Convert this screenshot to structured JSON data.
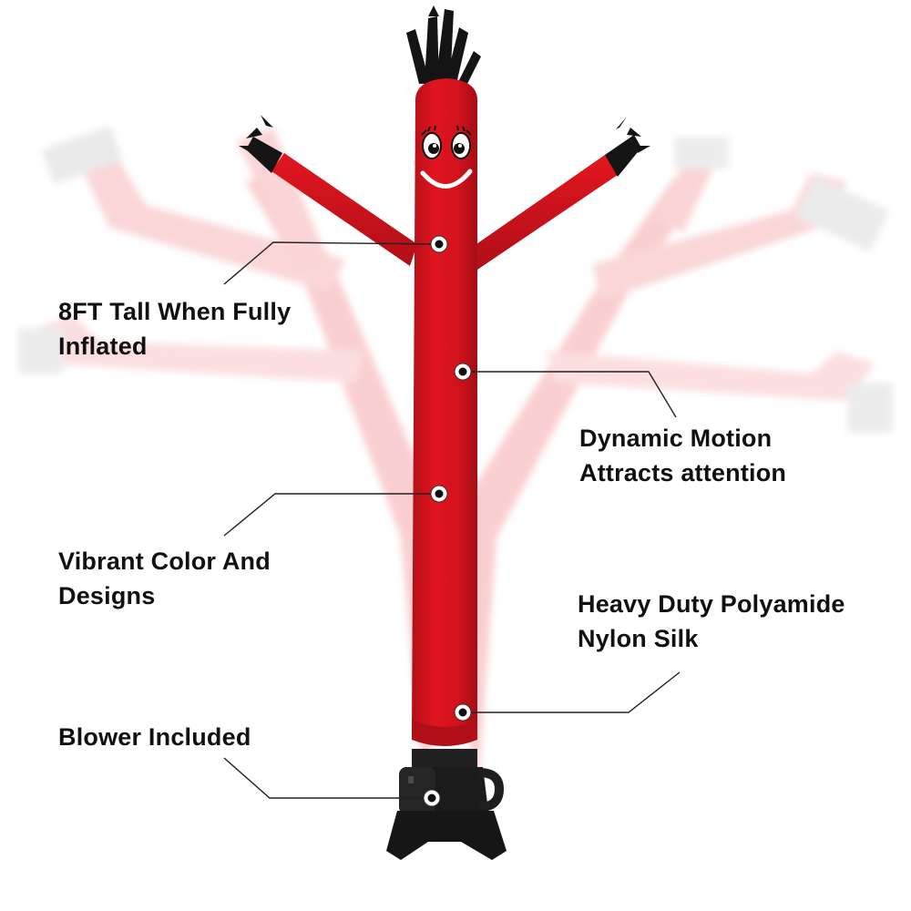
{
  "callouts": {
    "tall": {
      "line1": "8FT Tall When Fully",
      "line2": "Inflated"
    },
    "motion": {
      "line1": "Dynamic Motion",
      "line2": "Attracts attention"
    },
    "color": {
      "line1": "Vibrant Color And",
      "line2": "Designs"
    },
    "material": {
      "line1": "Heavy Duty Polyamide",
      "line2": "Nylon Silk"
    },
    "blower": {
      "line1": "Blower Included"
    }
  },
  "colors": {
    "body": "#d2121c",
    "body_shade": "#a50d15",
    "ghost": "#f4b9bc",
    "base": "#1b1b1b",
    "text": "#111111",
    "leader": "#222222"
  },
  "icons": {
    "face": "smiley-face-icon",
    "blower": "blower-base-icon",
    "marker": "callout-dot-icon"
  }
}
